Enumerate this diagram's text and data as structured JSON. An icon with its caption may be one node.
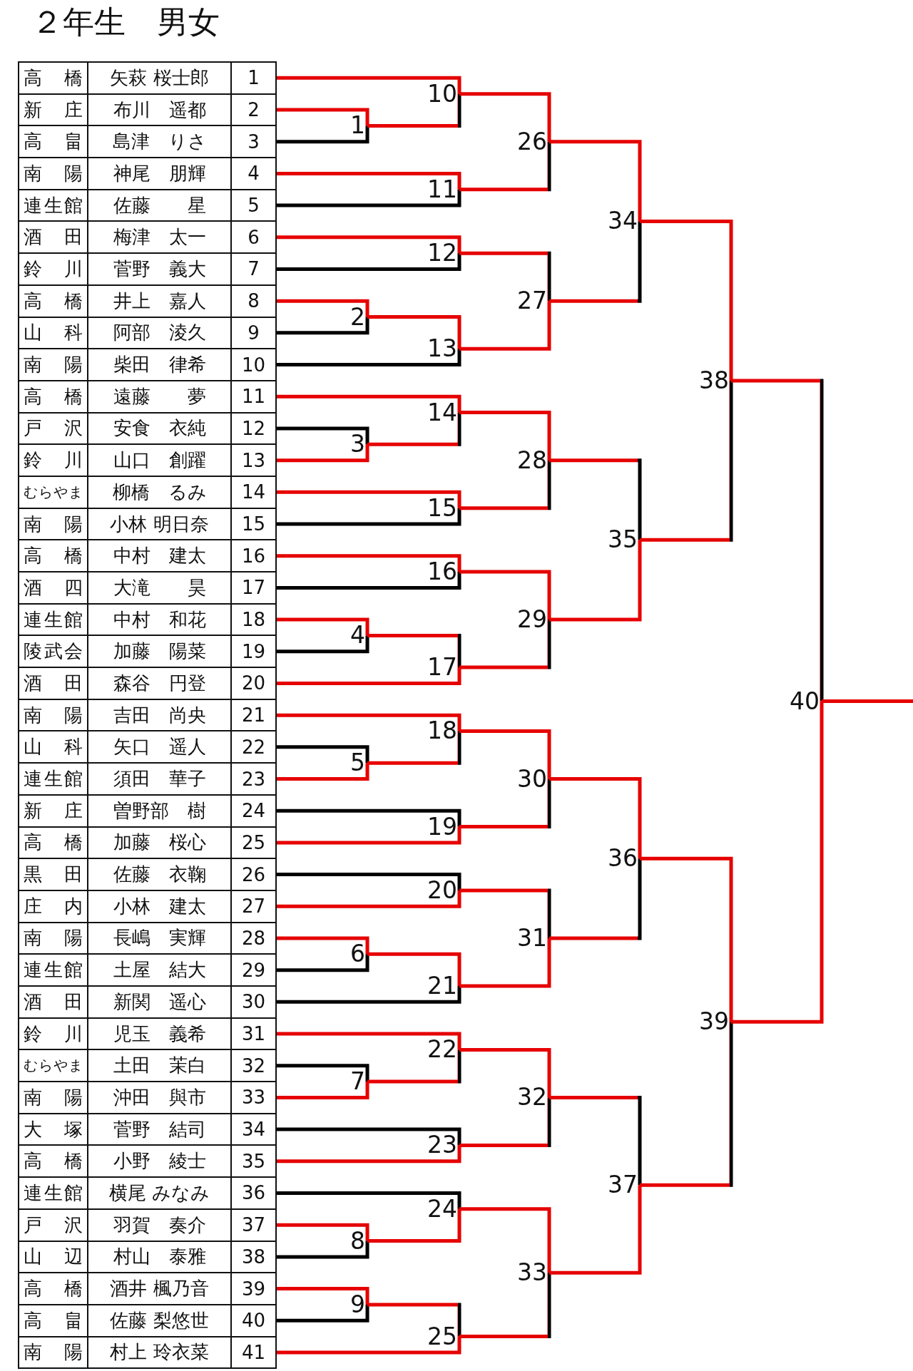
{
  "diagram": {
    "title": "２年生　男女",
    "nodes": [
      {
        "text": [
          "高橋",
          "矢萩 桜士郎",
          "1"
        ]
      },
      {
        "text": [
          "新庄",
          "布川　遥都",
          "2"
        ]
      },
      {
        "text": [
          "高畠",
          "島津　りさ",
          "3"
        ]
      },
      {
        "text": [
          "南陽",
          "神尾　朋輝",
          "4"
        ]
      },
      {
        "text": [
          "連生館",
          "佐藤　　星",
          "5"
        ]
      },
      {
        "text": [
          "酒田",
          "梅津　太一",
          "6"
        ]
      },
      {
        "text": [
          "鈴川",
          "菅野　義大",
          "7"
        ]
      },
      {
        "text": [
          "高橋",
          "井上　嘉人",
          "8"
        ]
      },
      {
        "text": [
          "山科",
          "阿部　淩久",
          "9"
        ]
      },
      {
        "text": [
          "南陽",
          "柴田　律希",
          "10"
        ]
      },
      {
        "text": [
          "高橋",
          "遠藤　　夢",
          "11"
        ]
      },
      {
        "text": [
          "戸沢",
          "安食　衣純",
          "12"
        ]
      },
      {
        "text": [
          "鈴川",
          "山口　創躍",
          "13"
        ]
      },
      {
        "text": [
          "むらやま",
          "柳橋　るみ",
          "14"
        ]
      },
      {
        "text": [
          "南陽",
          "小林 明日奈",
          "15"
        ]
      },
      {
        "text": [
          "高橋",
          "中村　建太",
          "16"
        ]
      },
      {
        "text": [
          "酒四",
          "大滝　　昊",
          "17"
        ]
      },
      {
        "text": [
          "連生館",
          "中村　和花",
          "18"
        ]
      },
      {
        "text": [
          "陵武会",
          "加藤　陽菜",
          "19"
        ]
      },
      {
        "text": [
          "酒田",
          "森谷　円登",
          "20"
        ]
      },
      {
        "text": [
          "南陽",
          "吉田　尚央",
          "21"
        ]
      },
      {
        "text": [
          "山科",
          "矢口　遥人",
          "22"
        ]
      },
      {
        "text": [
          "連生館",
          "須田　華子",
          "23"
        ]
      },
      {
        "text": [
          "新庄",
          "曽野部　樹",
          "24"
        ]
      },
      {
        "text": [
          "高橋",
          "加藤　桜心",
          "25"
        ]
      },
      {
        "text": [
          "黒田",
          "佐藤　衣鞠",
          "26"
        ]
      },
      {
        "text": [
          "庄内",
          "小林　建太",
          "27"
        ]
      },
      {
        "text": [
          "南陽",
          "長嶋　実輝",
          "28"
        ]
      },
      {
        "text": [
          "連生館",
          "土屋　結大",
          "29"
        ]
      },
      {
        "text": [
          "酒田",
          "新関　遥心",
          "30"
        ]
      },
      {
        "text": [
          "鈴川",
          "児玉　義希",
          "31"
        ]
      },
      {
        "text": [
          "むらやま",
          "土田　茉白",
          "32"
        ]
      },
      {
        "text": [
          "南陽",
          "沖田　與市",
          "33"
        ]
      },
      {
        "text": [
          "大塚",
          "菅野　結司",
          "34"
        ]
      },
      {
        "text": [
          "高橋",
          "小野　綾士",
          "35"
        ]
      },
      {
        "text": [
          "連生館",
          "横尾 みなみ",
          "36"
        ]
      },
      {
        "text": [
          "戸沢",
          "羽賀　奏介",
          "37"
        ]
      },
      {
        "text": [
          "山辺",
          "村山　泰雅",
          "38"
        ]
      },
      {
        "text": [
          "高橋",
          "酒井 楓乃音",
          "39"
        ]
      },
      {
        "text": [
          "高畠",
          "佐藤 梨悠世",
          "40"
        ]
      },
      {
        "text": [
          "南陽",
          "村上 玲衣菜",
          "41"
        ]
      },
      {
        "text": [
          "1"
        ]
      },
      {
        "text": [
          "2"
        ]
      },
      {
        "text": [
          "3"
        ]
      },
      {
        "text": [
          "4"
        ]
      },
      {
        "text": [
          "5"
        ]
      },
      {
        "text": [
          "6"
        ]
      },
      {
        "text": [
          "7"
        ]
      },
      {
        "text": [
          "8"
        ]
      },
      {
        "text": [
          "9"
        ]
      },
      {
        "text": [
          "10"
        ]
      },
      {
        "text": [
          "11"
        ]
      },
      {
        "text": [
          "12"
        ]
      },
      {
        "text": [
          "13"
        ]
      },
      {
        "text": [
          "14"
        ]
      },
      {
        "text": [
          "15"
        ]
      },
      {
        "text": [
          "16"
        ]
      },
      {
        "text": [
          "17"
        ]
      },
      {
        "text": [
          "18"
        ]
      },
      {
        "text": [
          "19"
        ]
      },
      {
        "text": [
          "20"
        ]
      },
      {
        "text": [
          "21"
        ]
      },
      {
        "text": [
          "22"
        ]
      },
      {
        "text": [
          "23"
        ]
      },
      {
        "text": [
          "24"
        ]
      },
      {
        "text": [
          "25"
        ]
      },
      {
        "text": [
          "26"
        ]
      },
      {
        "text": [
          "27"
        ]
      },
      {
        "text": [
          "28"
        ]
      },
      {
        "text": [
          "29"
        ]
      },
      {
        "text": [
          "30"
        ]
      },
      {
        "text": [
          "31"
        ]
      },
      {
        "text": [
          "32"
        ]
      },
      {
        "text": [
          "33"
        ]
      },
      {
        "text": [
          "34"
        ]
      },
      {
        "text": [
          "35"
        ]
      },
      {
        "text": [
          "36"
        ]
      },
      {
        "text": [
          "37"
        ]
      },
      {
        "text": [
          "38"
        ]
      },
      {
        "text": [
          "39"
        ]
      },
      {
        "text": [
          "40"
        ]
      }
    ],
    "edges": [
      {
        "from": 1,
        "to": 41,
        "arrow": "none",
        "color": "#e60000"
      },
      {
        "from": 2,
        "to": 41,
        "arrow": "none",
        "color": "#000000"
      },
      {
        "from": 7,
        "to": 42,
        "arrow": "none",
        "color": "#e60000"
      },
      {
        "from": 8,
        "to": 42,
        "arrow": "none",
        "color": "#000000"
      },
      {
        "from": 11,
        "to": 43,
        "arrow": "none",
        "color": "#000000"
      },
      {
        "from": 12,
        "to": 43,
        "arrow": "none",
        "color": "#e60000"
      },
      {
        "from": 17,
        "to": 44,
        "arrow": "none",
        "color": "#e60000"
      },
      {
        "from": 18,
        "to": 44,
        "arrow": "none",
        "color": "#000000"
      },
      {
        "from": 21,
        "to": 45,
        "arrow": "none",
        "color": "#000000"
      },
      {
        "from": 22,
        "to": 45,
        "arrow": "none",
        "color": "#e60000"
      },
      {
        "from": 27,
        "to": 46,
        "arrow": "none",
        "color": "#e60000"
      },
      {
        "from": 28,
        "to": 46,
        "arrow": "none",
        "color": "#000000"
      },
      {
        "from": 31,
        "to": 47,
        "arrow": "none",
        "color": "#000000"
      },
      {
        "from": 32,
        "to": 47,
        "arrow": "none",
        "color": "#e60000"
      },
      {
        "from": 36,
        "to": 48,
        "arrow": "none",
        "color": "#e60000"
      },
      {
        "from": 37,
        "to": 48,
        "arrow": "none",
        "color": "#000000"
      },
      {
        "from": 38,
        "to": 49,
        "arrow": "none",
        "color": "#e60000"
      },
      {
        "from": 39,
        "to": 49,
        "arrow": "none",
        "color": "#000000"
      },
      {
        "from": 0,
        "to": 50,
        "arrow": "none",
        "color": "#e60000"
      },
      {
        "from": 41,
        "to": 50,
        "arrow": "none",
        "color": "#000000"
      },
      {
        "from": 3,
        "to": 51,
        "arrow": "none",
        "color": "#e60000"
      },
      {
        "from": 4,
        "to": 51,
        "arrow": "none",
        "color": "#000000"
      },
      {
        "from": 5,
        "to": 52,
        "arrow": "none",
        "color": "#e60000"
      },
      {
        "from": 6,
        "to": 52,
        "arrow": "none",
        "color": "#000000"
      },
      {
        "from": 42,
        "to": 53,
        "arrow": "none",
        "color": "#e60000"
      },
      {
        "from": 9,
        "to": 53,
        "arrow": "none",
        "color": "#000000"
      },
      {
        "from": 10,
        "to": 54,
        "arrow": "none",
        "color": "#e60000"
      },
      {
        "from": 43,
        "to": 54,
        "arrow": "none",
        "color": "#000000"
      },
      {
        "from": 13,
        "to": 55,
        "arrow": "none",
        "color": "#e60000"
      },
      {
        "from": 14,
        "to": 55,
        "arrow": "none",
        "color": "#000000"
      },
      {
        "from": 15,
        "to": 56,
        "arrow": "none",
        "color": "#e60000"
      },
      {
        "from": 16,
        "to": 56,
        "arrow": "none",
        "color": "#000000"
      },
      {
        "from": 44,
        "to": 57,
        "arrow": "none",
        "color": "#000000"
      },
      {
        "from": 19,
        "to": 57,
        "arrow": "none",
        "color": "#e60000"
      },
      {
        "from": 20,
        "to": 58,
        "arrow": "none",
        "color": "#e60000"
      },
      {
        "from": 45,
        "to": 58,
        "arrow": "none",
        "color": "#000000"
      },
      {
        "from": 23,
        "to": 59,
        "arrow": "none",
        "color": "#000000"
      },
      {
        "from": 24,
        "to": 59,
        "arrow": "none",
        "color": "#e60000"
      },
      {
        "from": 25,
        "to": 60,
        "arrow": "none",
        "color": "#000000"
      },
      {
        "from": 26,
        "to": 60,
        "arrow": "none",
        "color": "#e60000"
      },
      {
        "from": 46,
        "to": 61,
        "arrow": "none",
        "color": "#e60000"
      },
      {
        "from": 29,
        "to": 61,
        "arrow": "none",
        "color": "#000000"
      },
      {
        "from": 30,
        "to": 62,
        "arrow": "none",
        "color": "#e60000"
      },
      {
        "from": 47,
        "to": 62,
        "arrow": "none",
        "color": "#000000"
      },
      {
        "from": 33,
        "to": 63,
        "arrow": "none",
        "color": "#000000"
      },
      {
        "from": 34,
        "to": 63,
        "arrow": "none",
        "color": "#e60000"
      },
      {
        "from": 35,
        "to": 64,
        "arrow": "none",
        "color": "#000000"
      },
      {
        "from": 48,
        "to": 64,
        "arrow": "none",
        "color": "#e60000"
      },
      {
        "from": 49,
        "to": 65,
        "arrow": "none",
        "color": "#000000"
      },
      {
        "from": 40,
        "to": 65,
        "arrow": "none",
        "color": "#e60000"
      },
      {
        "from": 50,
        "to": 66,
        "arrow": "none",
        "color": "#e60000"
      },
      {
        "from": 51,
        "to": 66,
        "arrow": "none",
        "color": "#000000"
      },
      {
        "from": 52,
        "to": 67,
        "arrow": "none",
        "color": "#000000"
      },
      {
        "from": 53,
        "to": 67,
        "arrow": "none",
        "color": "#e60000"
      },
      {
        "from": 54,
        "to": 68,
        "arrow": "none",
        "color": "#e60000"
      },
      {
        "from": 55,
        "to": 68,
        "arrow": "none",
        "color": "#000000"
      },
      {
        "from": 56,
        "to": 69,
        "arrow": "none",
        "color": "#e60000"
      },
      {
        "from": 57,
        "to": 69,
        "arrow": "none",
        "color": "#000000"
      },
      {
        "from": 58,
        "to": 70,
        "arrow": "none",
        "color": "#e60000"
      },
      {
        "from": 59,
        "to": 70,
        "arrow": "none",
        "color": "#000000"
      },
      {
        "from": 60,
        "to": 71,
        "arrow": "none",
        "color": "#000000"
      },
      {
        "from": 61,
        "to": 71,
        "arrow": "none",
        "color": "#e60000"
      },
      {
        "from": 62,
        "to": 72,
        "arrow": "none",
        "color": "#e60000"
      },
      {
        "from": 63,
        "to": 72,
        "arrow": "none",
        "color": "#000000"
      },
      {
        "from": 64,
        "to": 73,
        "arrow": "none",
        "color": "#e60000"
      },
      {
        "from": 65,
        "to": 73,
        "arrow": "none",
        "color": "#000000"
      },
      {
        "from": 66,
        "to": 74,
        "arrow": "none",
        "color": "#e60000"
      },
      {
        "from": 67,
        "to": 74,
        "arrow": "none",
        "color": "#000000"
      },
      {
        "from": 68,
        "to": 75,
        "arrow": "none",
        "color": "#000000"
      },
      {
        "from": 69,
        "to": 75,
        "arrow": "none",
        "color": "#e60000"
      },
      {
        "from": 70,
        "to": 76,
        "arrow": "none",
        "color": "#e60000"
      },
      {
        "from": 71,
        "to": 76,
        "arrow": "none",
        "color": "#000000"
      },
      {
        "from": 72,
        "to": 77,
        "arrow": "none",
        "color": "#000000"
      },
      {
        "from": 73,
        "to": 77,
        "arrow": "none",
        "color": "#e60000"
      },
      {
        "from": 74,
        "to": 78,
        "arrow": "none",
        "color": "#e60000"
      },
      {
        "from": 75,
        "to": 78,
        "arrow": "none",
        "color": "#000000"
      },
      {
        "from": 76,
        "to": 79,
        "arrow": "none",
        "color": "#e60000"
      },
      {
        "from": 77,
        "to": 79,
        "arrow": "none",
        "color": "#000000"
      },
      {
        "from": 78,
        "to": 80,
        "arrow": "none",
        "color": "#000000"
      },
      {
        "from": 79,
        "to": 80,
        "arrow": "none",
        "color": "#e60000"
      },
      {
        "from": 80,
        "to": null,
        "arrow": "none",
        "color": "#e60000"
      }
    ]
  }
}
